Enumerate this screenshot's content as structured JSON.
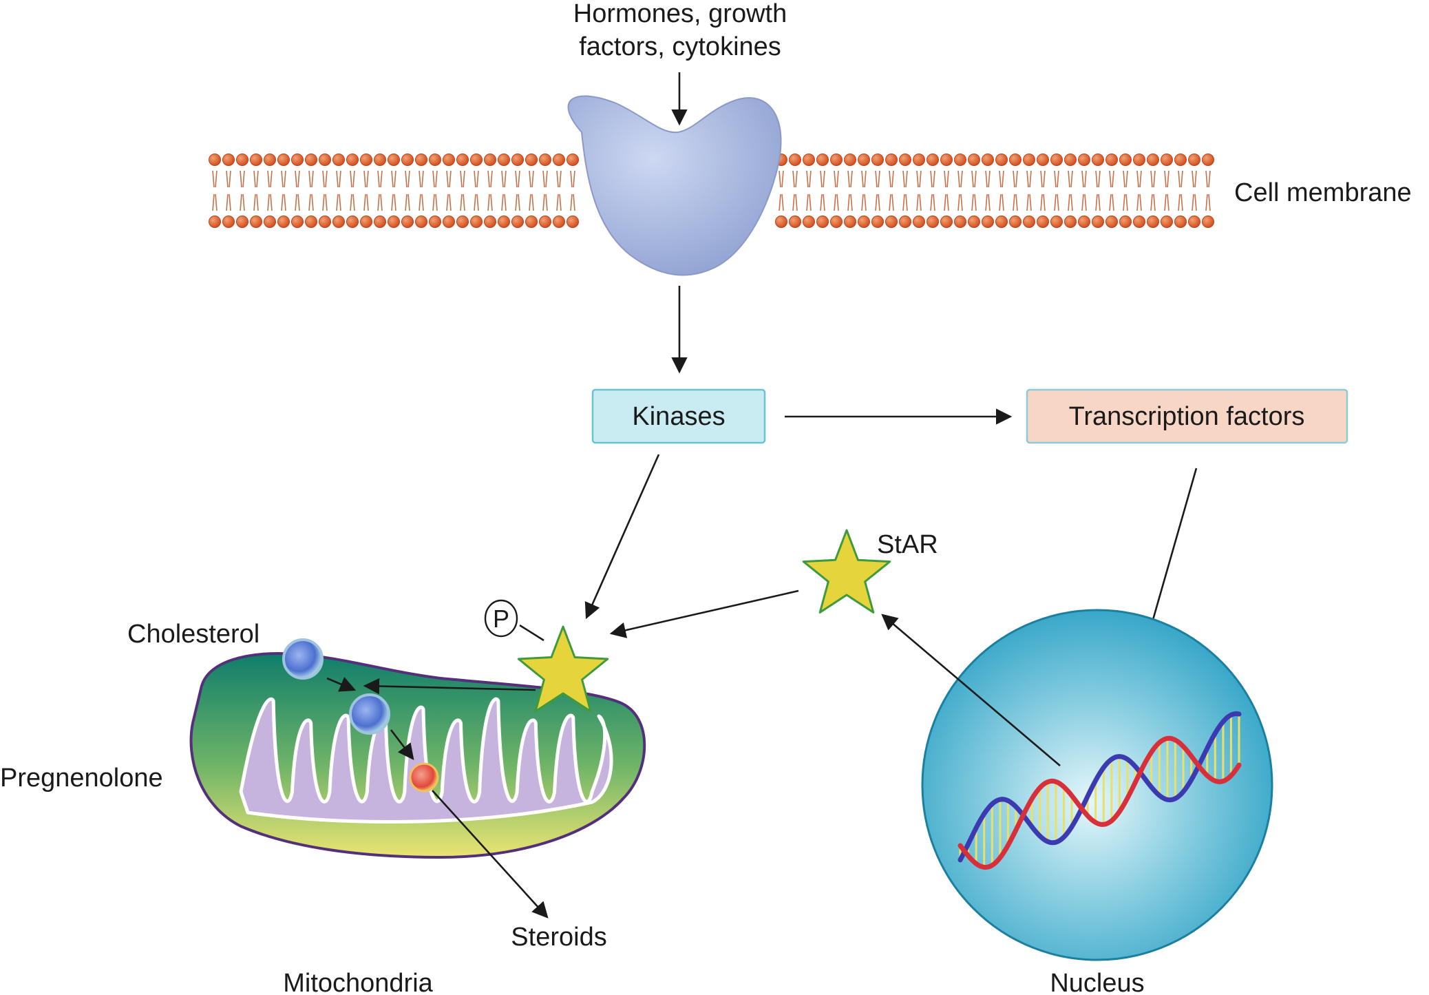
{
  "labels": {
    "signals_line1": "Hormones, growth",
    "signals_line2": "factors, cytokines",
    "cell_membrane": "Cell membrane",
    "kinases": "Kinases",
    "transcription_factors": "Transcription factors",
    "star": "StAR",
    "phosphate": "P",
    "cholesterol": "Cholesterol",
    "pregnenolone": "Pregnenolone",
    "steroids": "Steroids",
    "mitochondria": "Mitochondria",
    "nucleus": "Nucleus"
  },
  "colors": {
    "membrane_head": "#e0602a",
    "membrane_tail": "#c8704a",
    "receptor": "#aab8de",
    "kinases_fill": "#c9ecf3",
    "kinases_border": "#69c3d3",
    "tf_fill": "#f8d6c6",
    "tf_border": "#8fcbd6",
    "star_fill": "#e6d43c",
    "star_border": "#3f9a3c",
    "mito_outer_top": "#0f7d6a",
    "mito_outer_bottom": "#e6e070",
    "mito_border": "#55307a",
    "cristae": "#c6b4de",
    "nucleus_outer": "#2aa0c4",
    "nucleus_inner": "#d6f1f6",
    "dna_strand_a": "#d8303a",
    "dna_strand_b": "#3b3ab0",
    "dna_rungs": "#e8e06a",
    "cholesterol": "#6e8ee0",
    "steroid": "#e85a45"
  }
}
